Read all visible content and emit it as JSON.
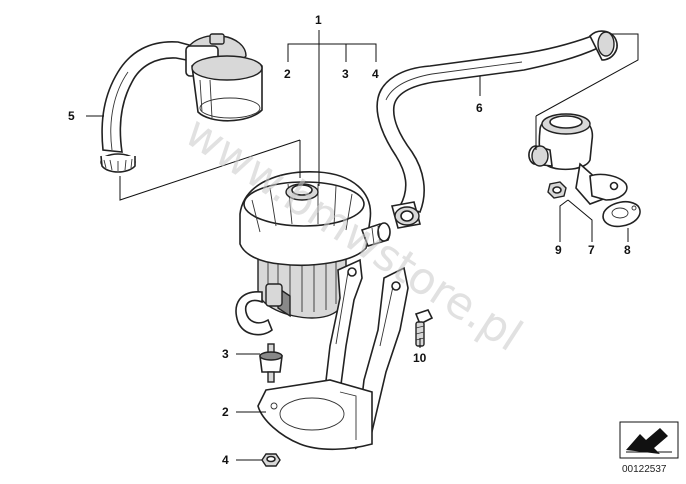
{
  "diagram": {
    "callouts": {
      "c1": "1",
      "c2_top": "2",
      "c3_top": "3",
      "c4_top": "4",
      "c5": "5",
      "c6": "6",
      "c7": "7",
      "c8": "8",
      "c9": "9",
      "c10": "10",
      "c3_bottom": "3",
      "c2_bottom": "2",
      "c4_bottom": "4"
    },
    "watermark": "www.bmwstore.pl",
    "document_id": "00122537"
  }
}
